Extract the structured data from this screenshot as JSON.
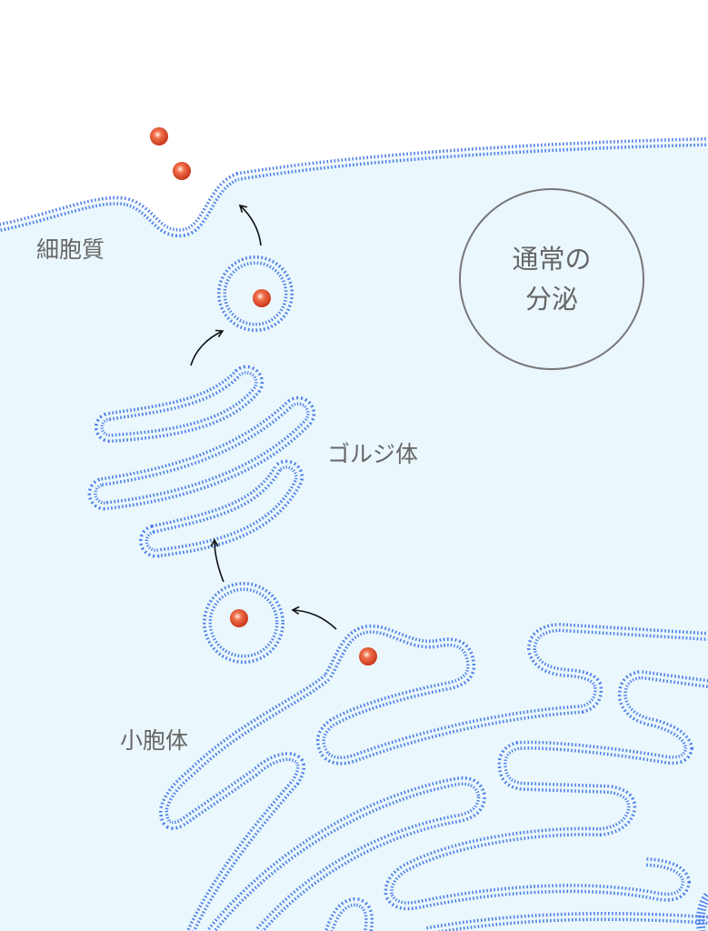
{
  "labels": {
    "cytoplasm": "細胞質",
    "golgi": "ゴルジ体",
    "er": "小胞体",
    "title_line1": "通常の",
    "title_line2": "分泌"
  },
  "colors": {
    "membrane": "#4d7fea",
    "cytoplasm_bg": "#eaf7fc",
    "particle": "#e4502a",
    "text": "#666666"
  }
}
